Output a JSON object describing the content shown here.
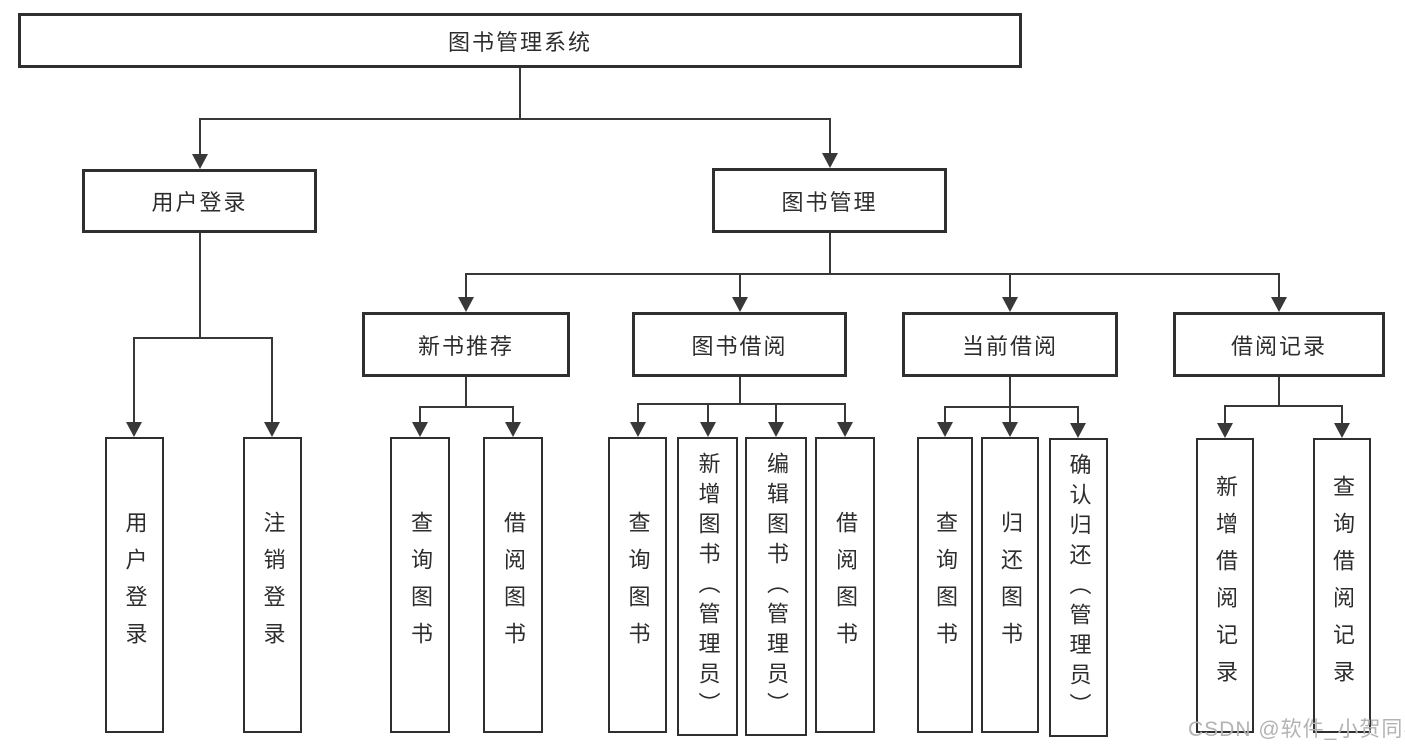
{
  "tree": {
    "root": {
      "label": "图书管理系统"
    },
    "login": {
      "label": "用户登录",
      "children": [
        {
          "label": "用户登录"
        },
        {
          "label": "注销登录"
        }
      ]
    },
    "mgmt": {
      "label": "图书管理",
      "groups": [
        {
          "label": "新书推荐",
          "children": [
            {
              "label": "查询图书"
            },
            {
              "label": "借阅图书"
            }
          ]
        },
        {
          "label": "图书借阅",
          "children": [
            {
              "label": "查询图书"
            },
            {
              "label": "新增图书（管理员）"
            },
            {
              "label": "编辑图书（管理员）"
            },
            {
              "label": "借阅图书"
            }
          ]
        },
        {
          "label": "当前借阅",
          "children": [
            {
              "label": "查询图书"
            },
            {
              "label": "归还图书"
            },
            {
              "label": "确认归还（管理员）"
            }
          ]
        },
        {
          "label": "借阅记录",
          "children": [
            {
              "label": "新增借阅记录"
            },
            {
              "label": "查询借阅记录"
            }
          ]
        }
      ]
    }
  },
  "watermark": {
    "text": "CSDN @软件_小贺同学"
  },
  "colors": {
    "background": "#ffffff",
    "line": "#383838",
    "box_border": "#2f2f2f",
    "text": "#2d2d2d",
    "watermark": "#b3b3b3"
  }
}
